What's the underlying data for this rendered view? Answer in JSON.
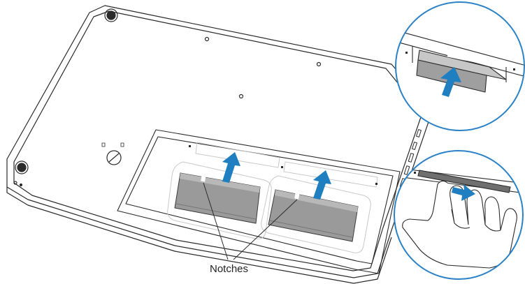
{
  "diagram": {
    "callout_label": "Notches"
  },
  "colors": {
    "line": "#2b2b2b",
    "arrow": "#1f7fc1",
    "callout_circle": "#2b82c6",
    "memory_card": "#9a9a9a",
    "bay_line": "#c9c9c9"
  },
  "icons": {
    "main_view": "laptop-bottom-case",
    "callouts": [
      "latch-detail",
      "hand-pushing-memory"
    ]
  }
}
